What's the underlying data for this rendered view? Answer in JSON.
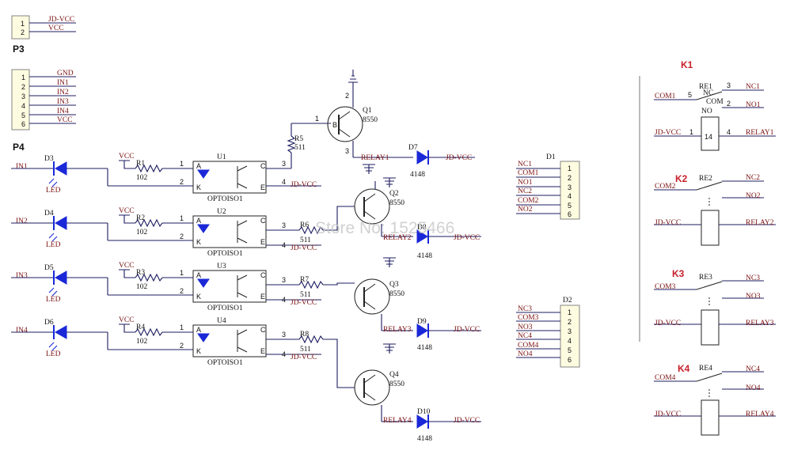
{
  "connectors": {
    "P3": {
      "name": "P3",
      "pins": [
        "1",
        "2"
      ],
      "nets": [
        "JD-VCC",
        "VCC"
      ]
    },
    "P4": {
      "name": "P4",
      "pins": [
        "1",
        "2",
        "3",
        "4",
        "5",
        "6"
      ],
      "nets": [
        "GND",
        "IN1",
        "IN2",
        "IN3",
        "IN4",
        "VCC"
      ]
    },
    "D1": {
      "name": "D1",
      "pins": [
        "1",
        "2",
        "3",
        "4",
        "5",
        "6"
      ],
      "nets": [
        "NC1",
        "COM1",
        "NO1",
        "NC2",
        "COM2",
        "NO2"
      ]
    },
    "D2": {
      "name": "D2",
      "pins": [
        "1",
        "2",
        "3",
        "4",
        "5",
        "6"
      ],
      "nets": [
        "NC3",
        "COM3",
        "NO3",
        "NC4",
        "COM4",
        "NO4"
      ]
    }
  },
  "channels": [
    {
      "input": "IN1",
      "led": "D3",
      "led_value": "LED",
      "vcc": "VCC",
      "resistor": "R1",
      "resistor_value": "102",
      "opto": "U1",
      "opto_value": "OPTOISO1",
      "opto_out": "JD-VCC",
      "base_resistor": "R5",
      "base_value": "511",
      "transistor": "Q1",
      "transistor_value": "8550",
      "flyback": "D7",
      "flyback_value": "4148",
      "relay_net": "RELAY1",
      "supply": "JD-VCC"
    },
    {
      "input": "IN2",
      "led": "D4",
      "led_value": "LED",
      "vcc": "VCC",
      "resistor": "R2",
      "resistor_value": "102",
      "opto": "U2",
      "opto_value": "OPTOISO1",
      "opto_out": "JD-VCC",
      "base_resistor": "R6",
      "base_value": "511",
      "transistor": "Q2",
      "transistor_value": "8550",
      "flyback": "D8",
      "flyback_value": "4148",
      "relay_net": "RELAY2",
      "supply": "JD-VCC"
    },
    {
      "input": "IN3",
      "led": "D5",
      "led_value": "LED",
      "vcc": "VCC",
      "resistor": "R3",
      "resistor_value": "102",
      "opto": "U3",
      "opto_value": "OPTOISO1",
      "opto_out": "JD-VCC",
      "base_resistor": "R7",
      "base_value": "511",
      "transistor": "Q3",
      "transistor_value": "8550",
      "flyback": "D9",
      "flyback_value": "4148",
      "relay_net": "RELAY3",
      "supply": "JD-VCC"
    },
    {
      "input": "IN4",
      "led": "D6",
      "led_value": "LED",
      "vcc": "VCC",
      "resistor": "R4",
      "resistor_value": "102",
      "opto": "U4",
      "opto_value": "OPTOISO1",
      "opto_out": "JD-VCC",
      "base_resistor": "R8",
      "base_value": "511",
      "transistor": "Q4",
      "transistor_value": "8550",
      "flyback": "D10",
      "flyback_value": "4148",
      "relay_net": "RELAY4",
      "supply": "JD-VCC"
    }
  ],
  "pin_labels": {
    "one": "1",
    "two": "2",
    "three": "3",
    "four": "4",
    "five": "5",
    "fourteen": "14",
    "anode": "A",
    "cathode": "K",
    "collector": "C",
    "emitter": "E",
    "base": "B",
    "nc": "NC",
    "no": "NO",
    "com": "COM"
  },
  "relays": [
    {
      "k": "K1",
      "re": "RE1",
      "com": "COM1",
      "nc": "NC1",
      "no": "NO1",
      "supply": "JD-VCC",
      "coil": "RELAY1"
    },
    {
      "k": "K2",
      "re": "RE2",
      "com": "COM2",
      "nc": "NC2",
      "no": "NO2",
      "supply": "JD-VCC",
      "coil": "RELAY2"
    },
    {
      "k": "K3",
      "re": "RE3",
      "com": "COM3",
      "nc": "NC3",
      "no": "NO3",
      "supply": "JD-VCC",
      "coil": "RELAY3"
    },
    {
      "k": "K4",
      "re": "RE4",
      "com": "COM4",
      "nc": "NC4",
      "no": "NO4",
      "supply": "JD-VCC",
      "coil": "RELAY4"
    }
  ],
  "watermark": "Store No: 1525466",
  "colors": {
    "wire": "#1c1c60",
    "label": "#7a1010",
    "diode": "#1a28d8",
    "header_fill": "#fefce0",
    "relay_title": "#c8202a"
  }
}
